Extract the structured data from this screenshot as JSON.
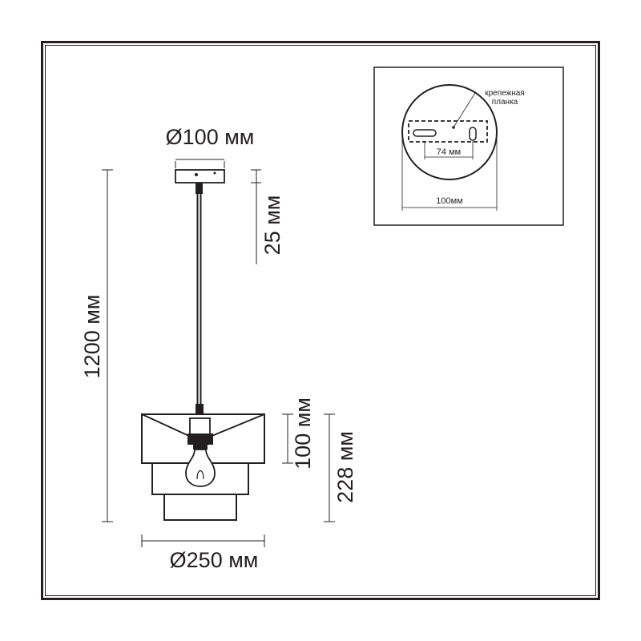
{
  "labels": {
    "canopy_diameter": "Ø100 мм",
    "canopy_height": "25 мм",
    "total_height": "1200 мм",
    "shade_inner_height": "100 мм",
    "shade_total_height": "228 мм",
    "shade_diameter": "Ø250 мм"
  },
  "inset": {
    "plate_label_line1": "крепежная",
    "plate_label_line2": "планка",
    "slot_spacing": "74 мм",
    "canopy_width": "100мм"
  },
  "colors": {
    "line": "#231f20",
    "background": "#ffffff"
  }
}
